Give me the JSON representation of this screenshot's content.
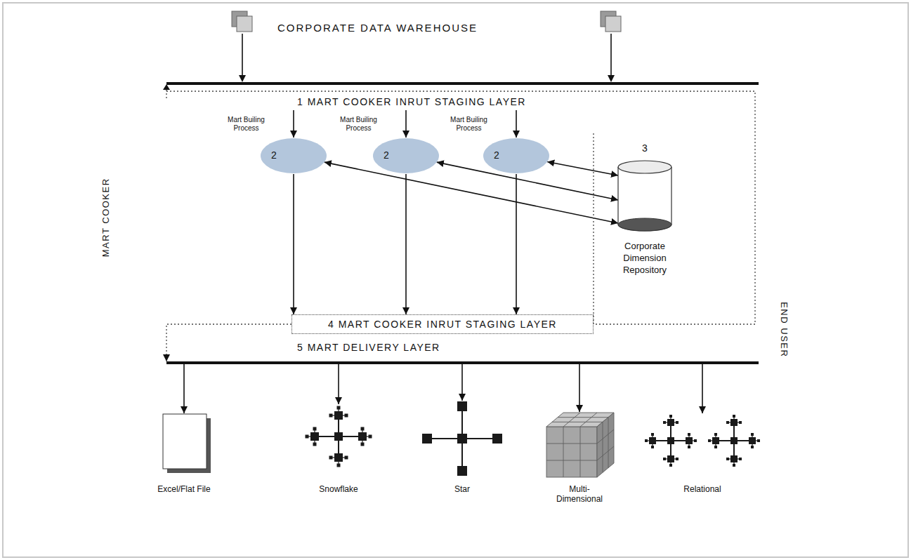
{
  "diagram": {
    "title": "CORPORATE DATA WAREHOUSE",
    "nodes": [
      {
        "text": [
          "1 MART COOKER INRUT STAGING LAYER"
        ]
      },
      {
        "text": [
          "MART COOKER"
        ]
      },
      {
        "text": [
          "Mart Builing Process",
          "2"
        ],
        "in": 1
      },
      {
        "text": [
          "Mart Builing Process",
          "2"
        ],
        "in": 1
      },
      {
        "text": [
          "Mart Builing Process",
          "2"
        ],
        "in": 1
      },
      {
        "text": [
          "3",
          "Corporate Dimension Repository"
        ],
        "in": 1
      },
      {
        "text": [
          "4 MART COOKER INRUT STAGING LAYER"
        ],
        "in": 1
      },
      {
        "text": [
          "5 MART DELIVERY LAYER"
        ]
      },
      {
        "text": [
          "Excel/Flat File"
        ]
      },
      {
        "text": [
          "Snowflake"
        ]
      },
      {
        "text": [
          "Star"
        ]
      },
      {
        "text": [
          "Multi-Dimensional"
        ]
      },
      {
        "text": [
          "Relational"
        ]
      }
    ],
    "edges": [
      {
        "from": 0,
        "to": 2,
        "arrow": "to"
      },
      {
        "from": 0,
        "to": 3,
        "arrow": "to"
      },
      {
        "from": 0,
        "to": 4,
        "arrow": "to"
      },
      {
        "from": 2,
        "to": 6,
        "arrow": "to"
      },
      {
        "from": 3,
        "to": 6,
        "arrow": "to"
      },
      {
        "from": 4,
        "to": 6,
        "arrow": "to"
      },
      {
        "from": 2,
        "to": 5,
        "arrow": "both"
      },
      {
        "from": 3,
        "to": 5,
        "arrow": "both"
      },
      {
        "from": 4,
        "to": 5,
        "arrow": "both"
      },
      {
        "from": 6,
        "to": 7,
        "arrow": "to"
      },
      {
        "from": 7,
        "to": 8,
        "arrow": "to"
      },
      {
        "from": 7,
        "to": 9,
        "arrow": "to"
      },
      {
        "from": 7,
        "to": 10,
        "arrow": "to"
      },
      {
        "from": 7,
        "to": 11,
        "arrow": "to"
      },
      {
        "from": 7,
        "to": 12,
        "arrow": "to"
      }
    ],
    "labels": [
      "END USER"
    ]
  }
}
